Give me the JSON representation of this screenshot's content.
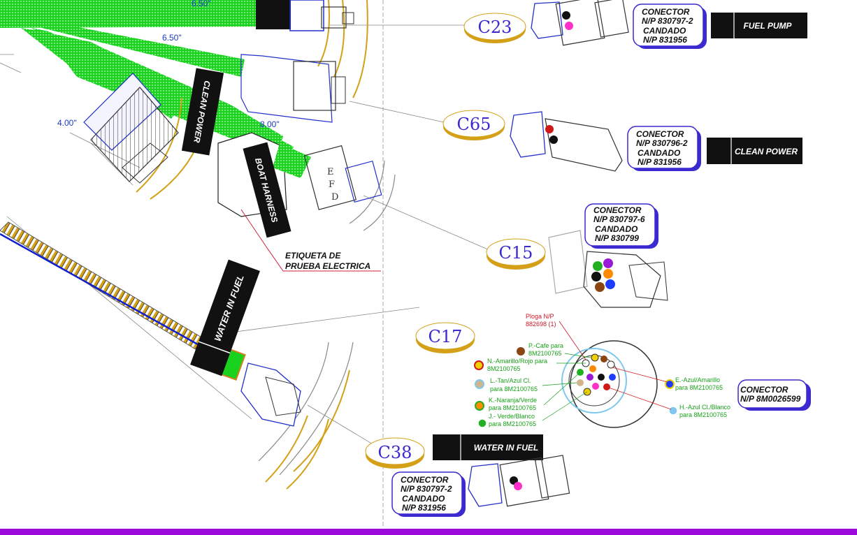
{
  "dimensions": {
    "d1": "6.50\"",
    "d2": "6.50\"",
    "d3": "4.00\"",
    "d4": "8.00\""
  },
  "harness_labels": {
    "clean_power": "CLEAN POWER",
    "boat_harness": "BOAT HARNESS",
    "water_in_fuel": "WATER IN FUEL"
  },
  "note": {
    "line1": "ETIQUETA DE",
    "line2": "PRUEBA ELECTRICA"
  },
  "connectors": [
    {
      "id": "C23",
      "info": [
        "CONECTOR",
        "N/P 830797-2",
        "CANDADO",
        "N/P 831956"
      ],
      "tag": "FUEL  PUMP"
    },
    {
      "id": "C65",
      "info": [
        "CONECTOR",
        "N/P 830796-2",
        "CANDADO",
        "N/P 831956"
      ],
      "tag": "CLEAN POWER"
    },
    {
      "id": "C15",
      "info": [
        "CONECTOR",
        "N/P 830797-6",
        "CANDADO",
        "N/P 830799"
      ],
      "tag": ""
    },
    {
      "id": "C17",
      "info": [
        "CONECTOR",
        "N/P 8M0026599"
      ],
      "tag": ""
    },
    {
      "id": "C38",
      "info": [
        "CONECTOR",
        "N/P 830797-2",
        "CANDADO",
        "N/P 831956"
      ],
      "tag": "WATER IN FUEL"
    }
  ],
  "plug": {
    "line1": "Ploga N/P",
    "line2": "882698 (1)"
  },
  "pins": [
    {
      "line1": "P.-Cafe para",
      "line2": "8M2100765",
      "color": "#8b4513"
    },
    {
      "line1": "N.-Amarillo/Rojo para",
      "line2": "8M2100765",
      "color": "#f0d000"
    },
    {
      "line1": "L.-Tan/Azul Cl.",
      "line2": "para 8M2100765",
      "color": "#d2b48c"
    },
    {
      "line1": "K.-Naranja/Verde",
      "line2": "para 8M2100765",
      "color": "#ff8c00"
    },
    {
      "line1": "J.- Verde/Blanco",
      "line2": "para 8M2100765",
      "color": "#22b022"
    },
    {
      "line1": "E.-Azul/Amarillo",
      "line2": "para 8M2100765",
      "color": "#1e3cff"
    },
    {
      "line1": "H.-Azul Cl./Blanco",
      "line2": "para 8M2100765",
      "color": "#7ec8f0"
    }
  ],
  "colors": {
    "harness_green": "#19d21e",
    "label_black": "#111111",
    "callout_blue": "#3a2ad0",
    "callout_gold": "#d4a017",
    "outline_blue": "#2230c8",
    "leader_red": "#d0203a",
    "bottom_bar": "#9b0ad8"
  }
}
